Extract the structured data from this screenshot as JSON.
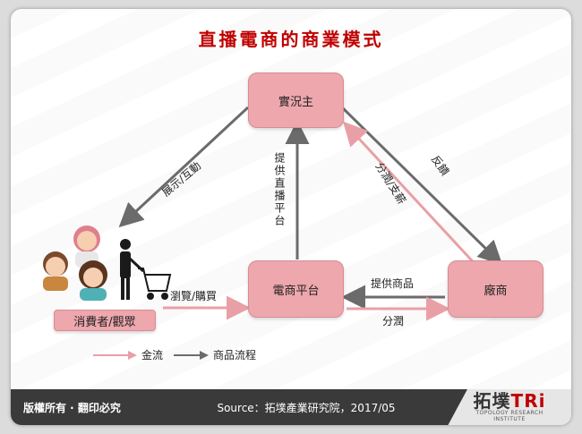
{
  "title": "直播電商的商業模式",
  "nodes": {
    "streamer": "實況主",
    "platform": "電商平台",
    "vendor": "廠商",
    "consumer": "消費者/觀眾"
  },
  "edges": {
    "display_interact": "展示/互動",
    "provide_platform": "提供直播平台",
    "feedback": "反饋",
    "profit_share_pay": "分潤/支薪",
    "browse_buy": "瀏覽/購買",
    "provide_goods": "提供商品",
    "profit_share": "分潤"
  },
  "legend": {
    "money_flow": "金流",
    "goods_flow": "商品流程"
  },
  "colors": {
    "node_fill": "#eda7ad",
    "money_arrow": "#e8a0a6",
    "goods_arrow": "#6b6b6b",
    "title": "#c00000"
  },
  "footer": {
    "copyright": "版權所有 · 翻印必究",
    "source": "Source：拓墣產業研究院，2017/05",
    "logo_main": "拓墣",
    "logo_tri": "TRi",
    "logo_sub": "TOPOLOGY RESEARCH INSTITUTE"
  }
}
